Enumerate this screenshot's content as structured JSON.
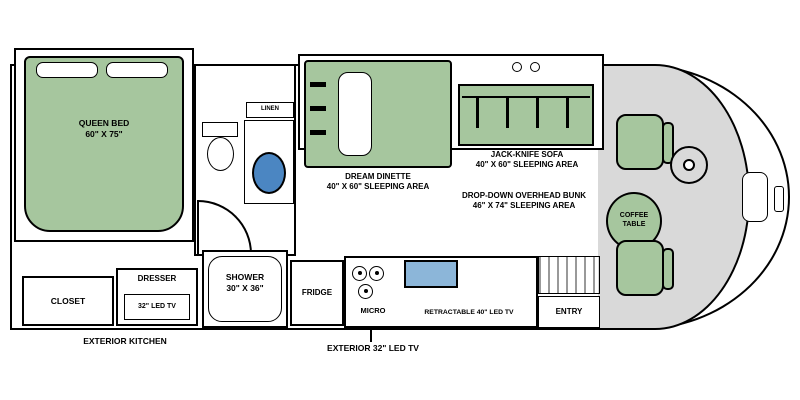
{
  "colors": {
    "seating_green": "#a6c69e",
    "sink_blue": "#4b86c2",
    "tv_blue": "#8cb6d9",
    "cab_floor_gray": "#d9d9d9",
    "outline_black": "#000000"
  },
  "labels": {
    "queen_bed": "QUEEN BED\n60\" X 75\"",
    "linen": "LINEN",
    "dream_dinette": "DREAM DINETTE\n40\" X 60\" SLEEPING AREA",
    "jack_knife_sofa": "JACK-KNIFE SOFA\n40\" X 60\" SLEEPING AREA",
    "overhead_bunk": "DROP-DOWN OVERHEAD BUNK\n46\" X 74\" SLEEPING AREA",
    "coffee_table": "COFFEE\nTABLE",
    "closet": "CLOSET",
    "dresser": "DRESSER",
    "dresser_tv": "32\" LED TV",
    "shower": "SHOWER\n30\" X 36\"",
    "fridge": "FRIDGE",
    "micro": "MICRO",
    "retractable_tv": "RETRACTABLE 40\" LED TV",
    "entry": "ENTRY",
    "exterior_kitchen": "EXTERIOR KITCHEN",
    "exterior_tv": "EXTERIOR 32\" LED TV"
  }
}
